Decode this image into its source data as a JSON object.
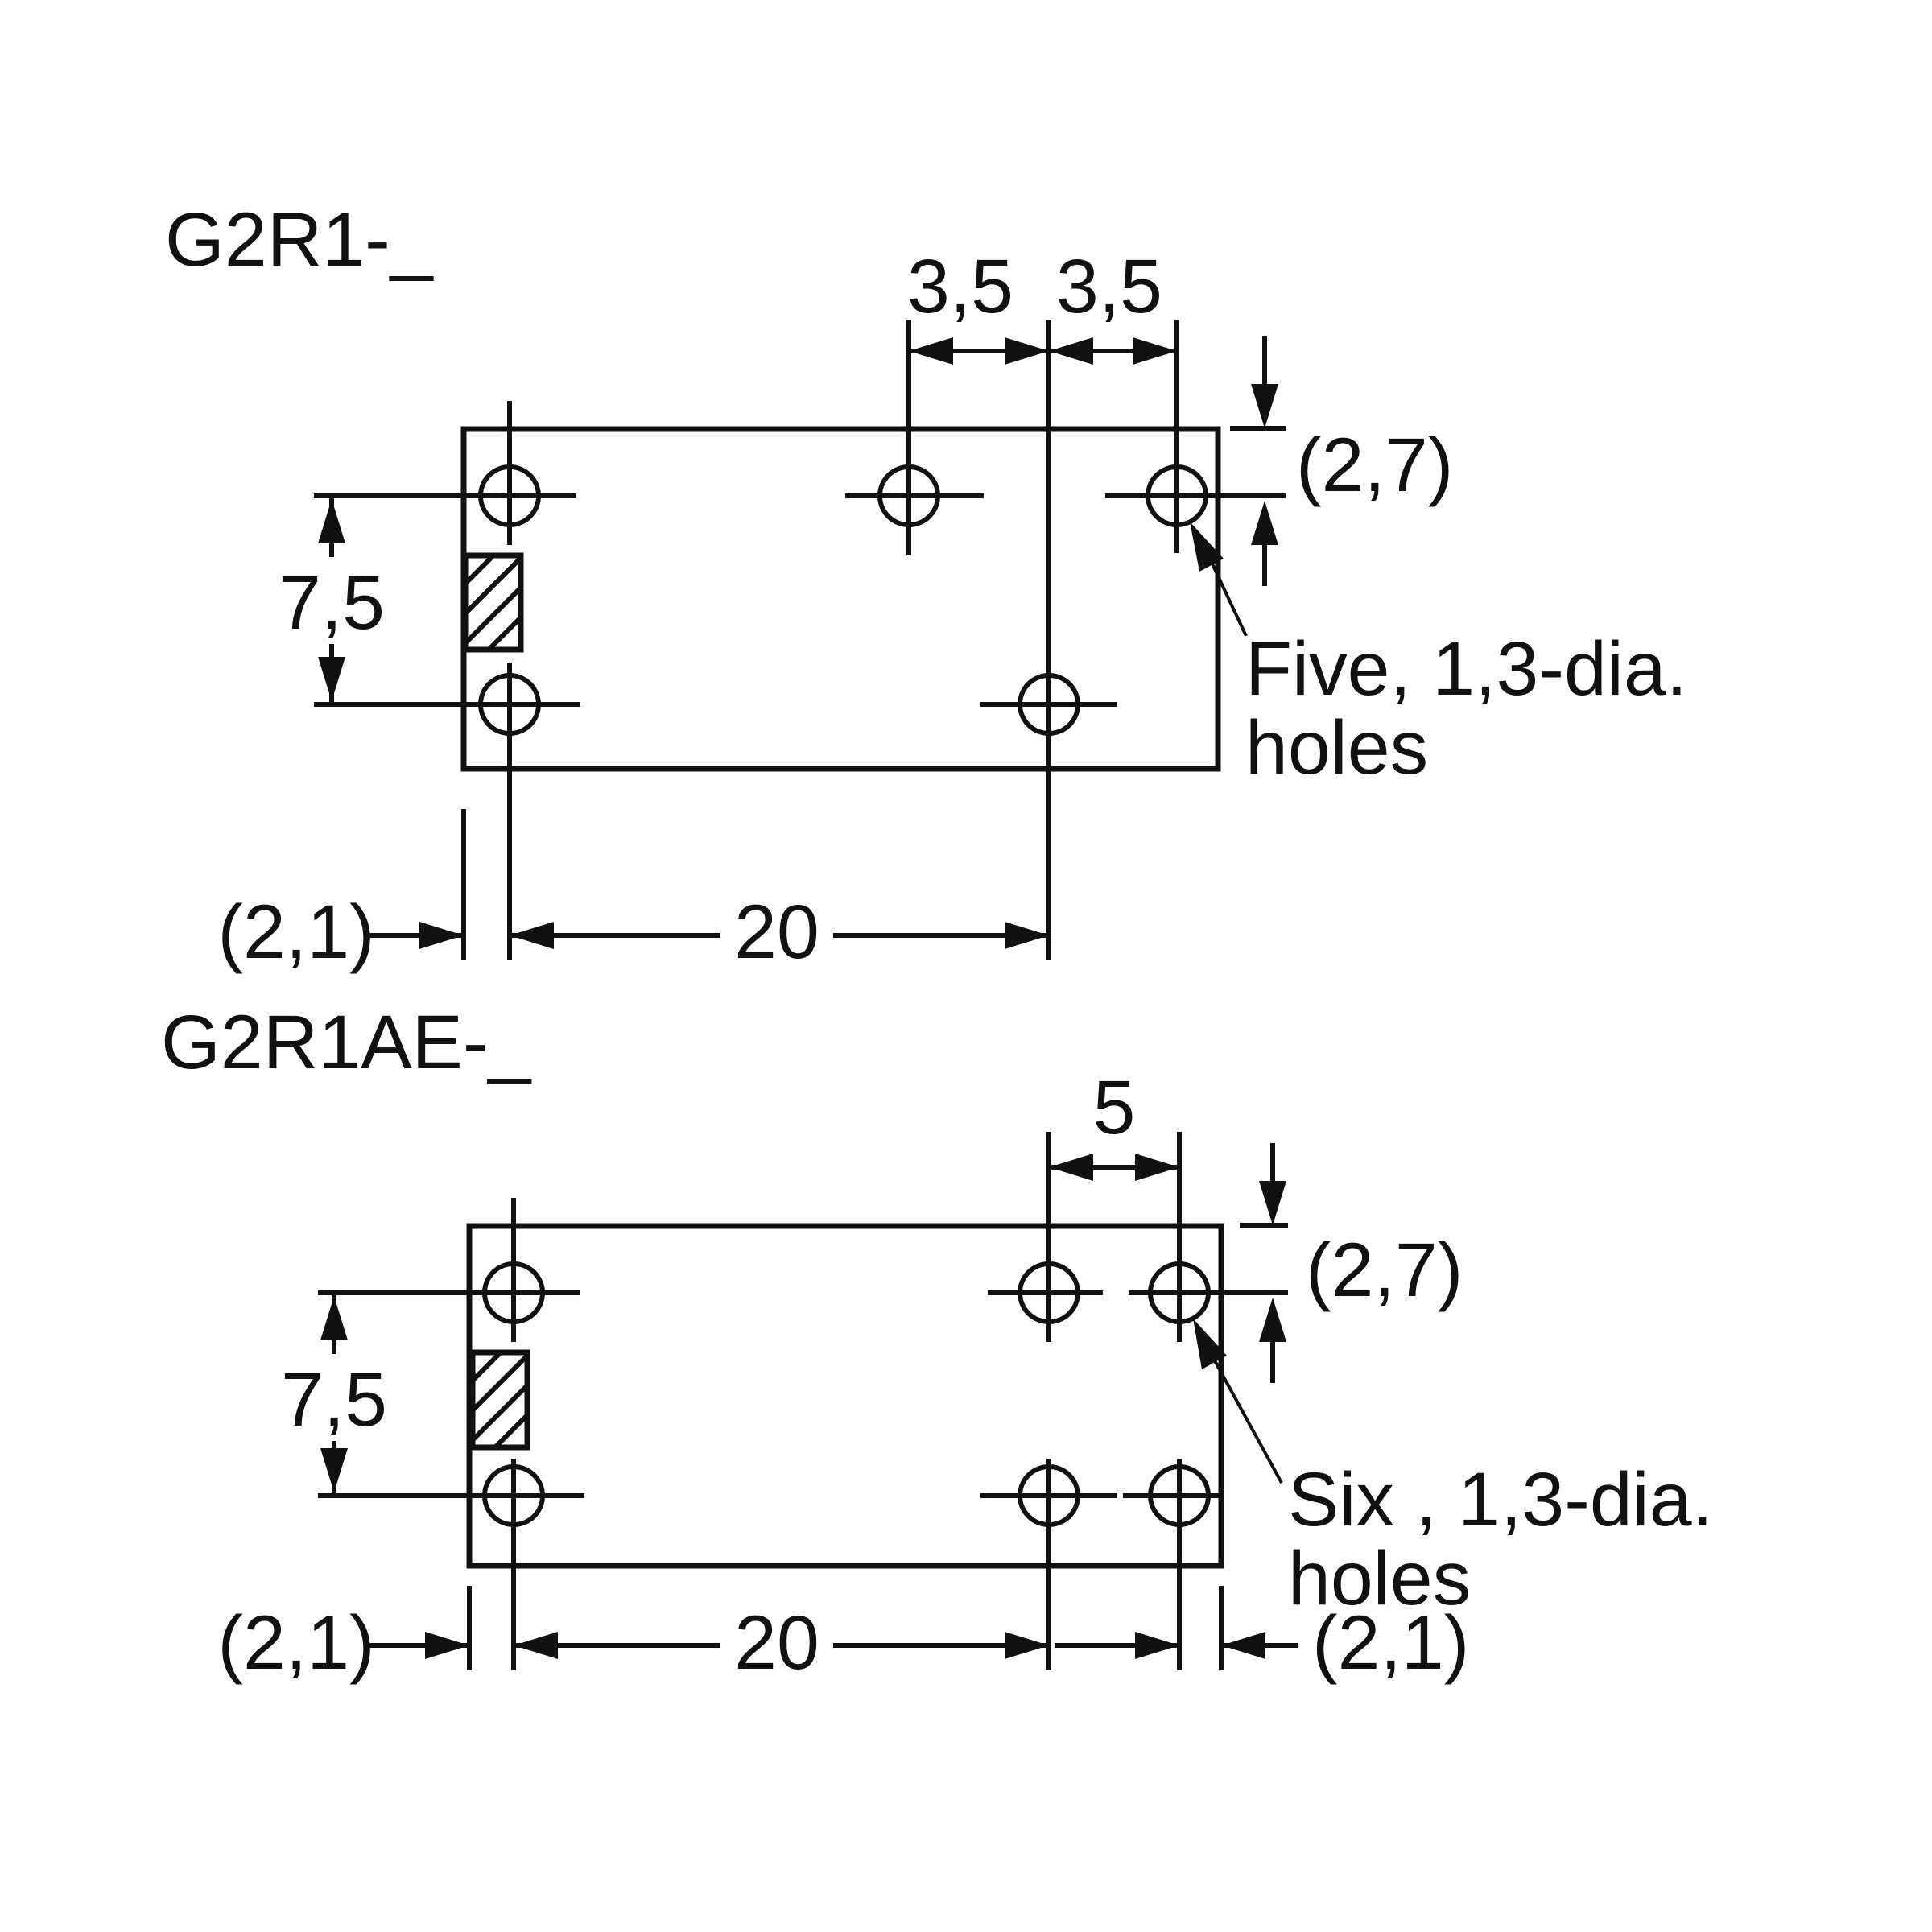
{
  "drawing": {
    "background": "#ffffff",
    "ink_color": "#111111",
    "top_diagram": {
      "title": "G2R1-_",
      "dim_pitch_left": "3,5",
      "dim_pitch_right": "3,5",
      "dim_row_spacing": "7,5",
      "dim_top_edge_offset": "(2,7)",
      "dim_left_edge_offset": "(2,1)",
      "dim_hole_span": "20",
      "note_line1": "Five, 1,3-dia.",
      "note_line2": "holes"
    },
    "bottom_diagram": {
      "title": "G2R1AE-_",
      "dim_pitch": "5",
      "dim_row_spacing": "7,5",
      "dim_top_edge_offset": "(2,7)",
      "dim_left_edge_offset": "(2,1)",
      "dim_hole_span": "20",
      "dim_right_edge_offset": "(2,1)",
      "note_line1": "Six , 1,3-dia.",
      "note_line2": "holes"
    }
  }
}
